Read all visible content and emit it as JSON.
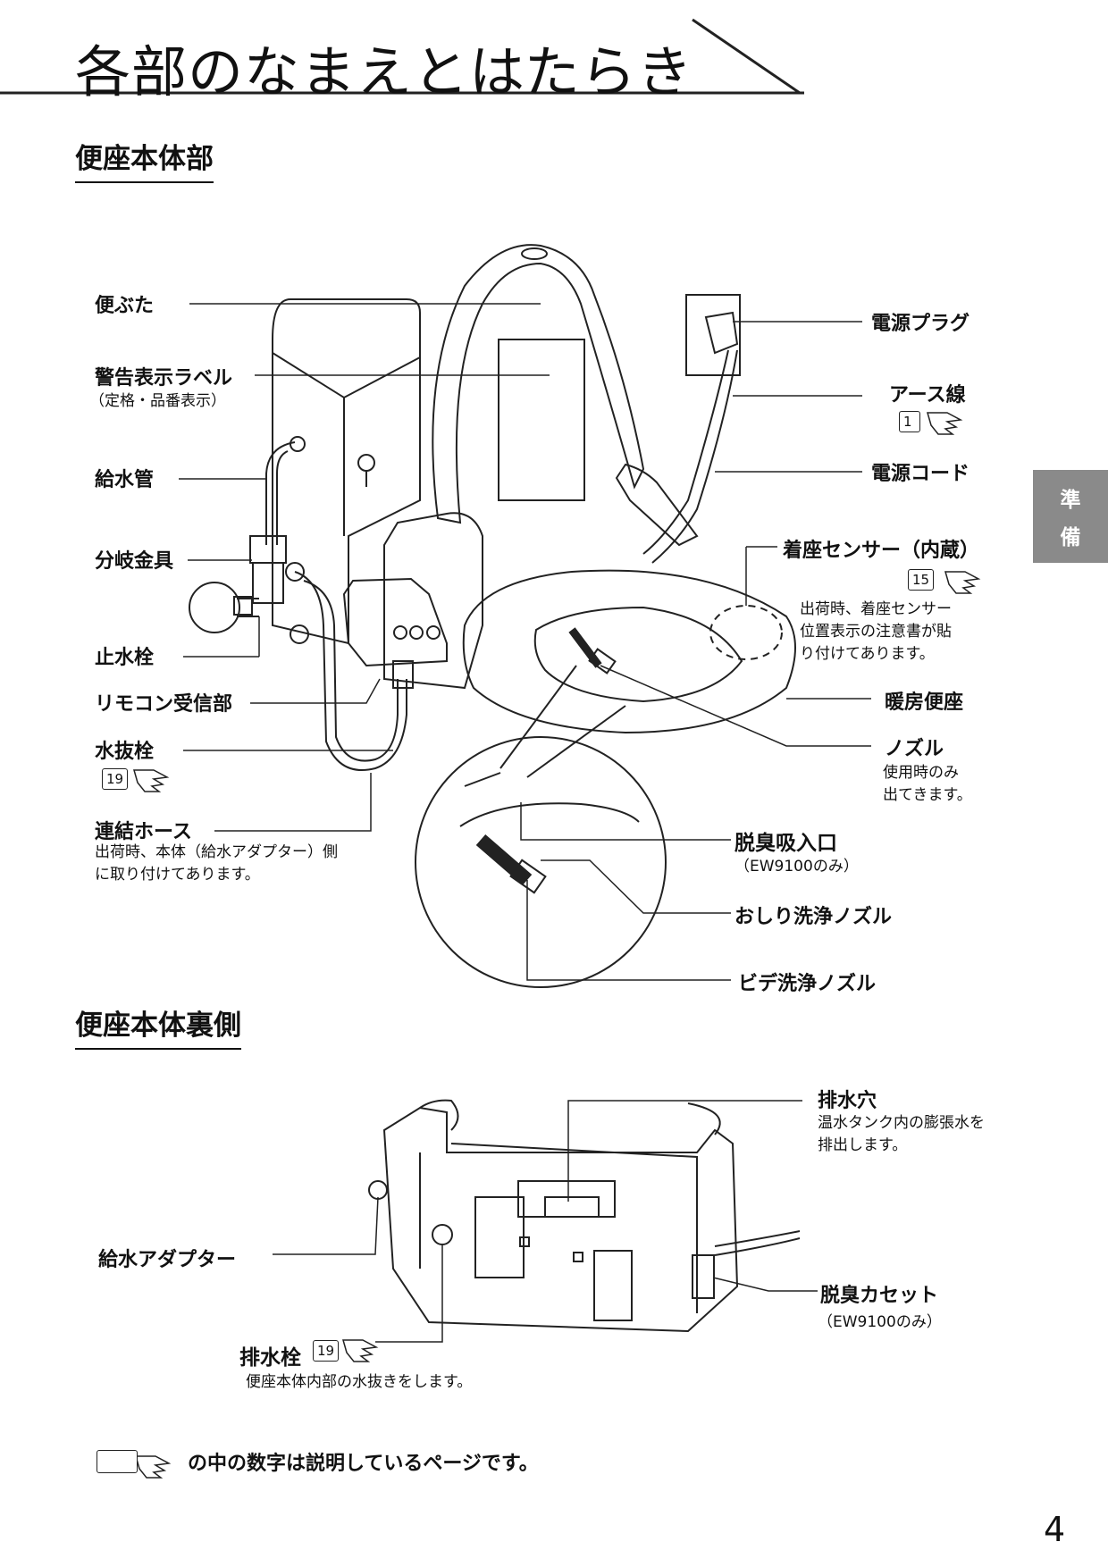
{
  "page_title": "各部のなまえとはたらき",
  "side_tab": [
    "準",
    "備"
  ],
  "sections": {
    "body": "便座本体部",
    "back": "便座本体裏側"
  },
  "labels": {
    "lid": "便ぶた",
    "warning_label": "警告表示ラベル",
    "warning_label_sub": "（定格・品番表示）",
    "supply_pipe": "給水管",
    "branch_fitting": "分岐金具",
    "stop_valve": "止水栓",
    "remote_receiver": "リモコン受信部",
    "drain_plug": "水抜栓",
    "drain_plug_ref": "19",
    "hose": "連結ホース",
    "hose_note1": "出荷時、本体（給水アダプター）側",
    "hose_note2": "に取り付けてあります。",
    "power_plug": "電源プラグ",
    "earth_wire": "アース線",
    "earth_wire_ref": "1",
    "power_cord": "電源コード",
    "seat_sensor": "着座センサー（内蔵）",
    "seat_sensor_ref": "15",
    "seat_sensor_note1": "出荷時、着座センサー",
    "seat_sensor_note2": "位置表示の注意書が貼",
    "seat_sensor_note3": "り付けてあります。",
    "heated_seat": "暖房便座",
    "nozzle": "ノズル",
    "nozzle_note1": "使用時のみ",
    "nozzle_note2": "出てきます。",
    "deodor_inlet": "脱臭吸入口",
    "deodor_inlet_sub": "（EW9100のみ）",
    "rear_nozzle": "おしり洗浄ノズル",
    "bidet_nozzle": "ビデ洗浄ノズル",
    "drain_hole": "排水穴",
    "drain_hole_note1": "温水タンク内の膨張水を",
    "drain_hole_note2": "排出します。",
    "supply_adapter": "給水アダプター",
    "deodor_cassette": "脱臭カセット",
    "deodor_cassette_sub": "（EW9100のみ）",
    "drain_valve": "排水栓",
    "drain_valve_ref": "19",
    "drain_valve_note": "便座本体内部の水抜きをします。"
  },
  "legend_text": "の中の数字は説明しているページです。",
  "page_number": "4"
}
